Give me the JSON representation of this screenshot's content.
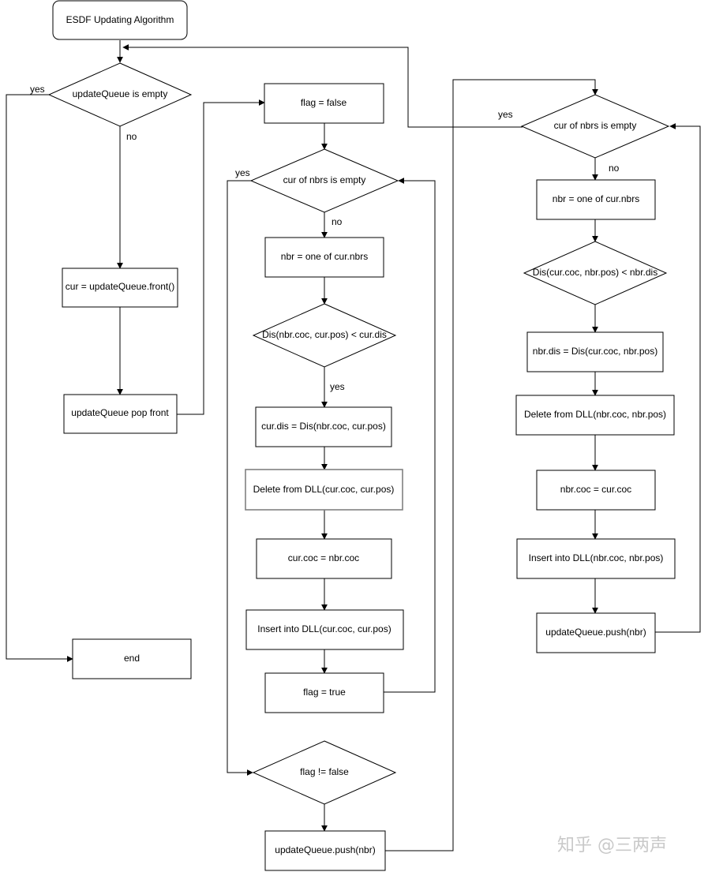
{
  "nodes": {
    "start": "ESDF Updating Algorithm",
    "q_empty": "updateQueue is empty",
    "cur_front": "cur = updateQueue.front()",
    "pop_front": "updateQueue pop front",
    "end": "end",
    "flag_false": "flag = false",
    "c_nbrs_empty": "cur of nbrs is empty",
    "c_nbr_one": "nbr = one of cur.nbrs",
    "c_dis_check": "Dis(nbr.coc, cur.pos) < cur.dis",
    "c_cur_dis": "cur.dis = Dis(nbr.coc, cur.pos)",
    "c_delete": "Delete from DLL(cur.coc, cur.pos)",
    "c_cur_coc": "cur.coc = nbr.coc",
    "c_insert": "Insert into DLL(cur.coc, cur.pos)",
    "c_flag_true": "flag = true",
    "c_flag_check": "flag != false",
    "c_push": "updateQueue.push(nbr)",
    "r_nbrs_empty": "cur of nbrs is empty",
    "r_nbr_one": "nbr = one of cur.nbrs",
    "r_dis_check": "Dis(cur.coc, nbr.pos) < nbr.dis",
    "r_nbr_dis": "nbr.dis = Dis(cur.coc, nbr.pos)",
    "r_delete": "Delete from DLL(nbr.coc, nbr.pos)",
    "r_nbr_coc": "nbr.coc = cur.coc",
    "r_insert": "Insert into DLL(nbr.coc, nbr.pos)",
    "r_push": "updateQueue.push(nbr)"
  },
  "edge_labels": {
    "q_yes": "yes",
    "q_no": "no",
    "c_yes": "yes",
    "c_no": "no",
    "c_dis_yes": "yes",
    "r_yes": "yes",
    "r_no": "no"
  },
  "watermark": "知乎 @三两声"
}
